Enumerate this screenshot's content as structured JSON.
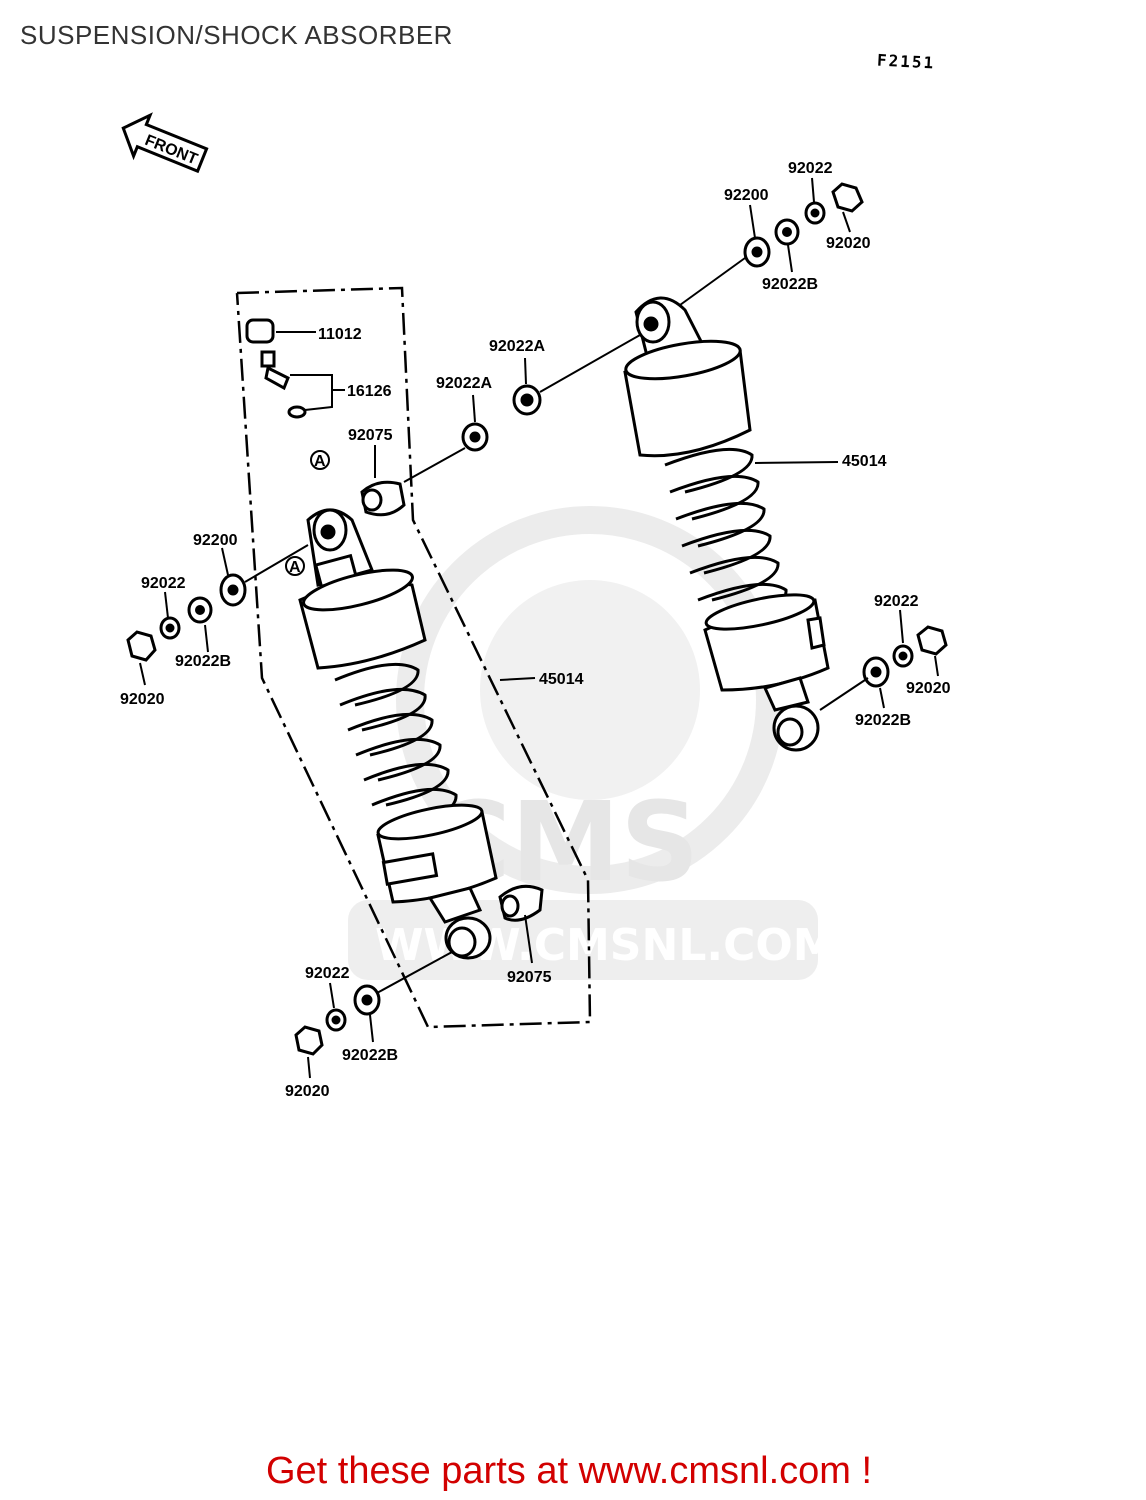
{
  "title": "SUSPENSION/SHOCK ABSORBER",
  "figure_code": "F2151",
  "front_label": "FRONT",
  "watermark": {
    "brand": "CMS",
    "url": "WWW.CMSNL.COM"
  },
  "callout_letter": "A",
  "labels": {
    "p11012": "11012",
    "p16126": "16126",
    "p92075_top": "92075",
    "p92022a_left": "92022A",
    "p92022a_right": "92022A",
    "p92200_left": "92200",
    "p92022_left": "92022",
    "p92022b_left": "92022B",
    "p92020_left": "92020",
    "p45014_left": "45014",
    "p92075_bottom": "92075",
    "p92022_bottom": "92022",
    "p92022b_bottom": "92022B",
    "p92020_bottom": "92020",
    "p92022_topright": "92022",
    "p92200_topright": "92200",
    "p92020_topright": "92020",
    "p92022b_topright": "92022B",
    "p45014_right": "45014",
    "p92022_right": "92022",
    "p92020_right": "92020",
    "p92022b_right": "92022B"
  },
  "footer": "Get these parts at www.cmsnl.com !",
  "colors": {
    "footer": "#d20000",
    "title": "#333333",
    "watermark": "#e6e6e6"
  }
}
